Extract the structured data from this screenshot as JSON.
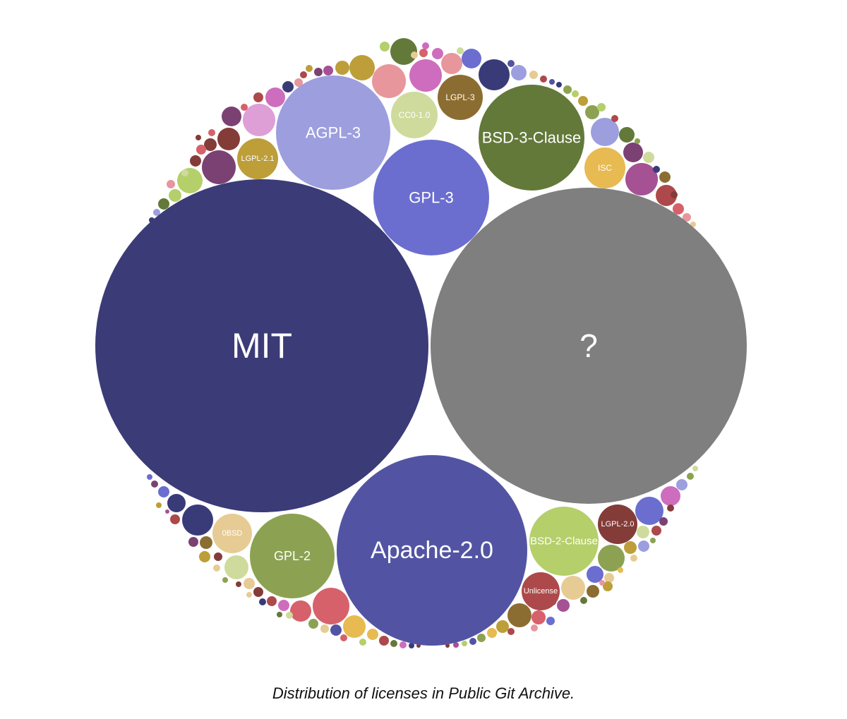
{
  "chart_data": {
    "type": "bubble",
    "title": "",
    "caption": "Distribution of licenses in Public Git Archive.",
    "labeled_bubbles": [
      {
        "label": "MIT",
        "value": 1000,
        "color": "#3b3b78"
      },
      {
        "label": "?",
        "value": 900,
        "color": "#7f7f7f"
      },
      {
        "label": "Apache-2.0",
        "value": 330,
        "color": "#5254a3"
      },
      {
        "label": "GPL-3",
        "value": 120,
        "color": "#6b6ecf"
      },
      {
        "label": "AGPL-3",
        "value": 120,
        "color": "#9c9ede"
      },
      {
        "label": "BSD-3-Clause",
        "value": 98,
        "color": "#637939"
      },
      {
        "label": "GPL-2",
        "value": 64,
        "color": "#8ca252"
      },
      {
        "label": "BSD-2-Clause",
        "value": 42,
        "color": "#b5cf6b"
      },
      {
        "label": "CC0-1.0",
        "value": 18,
        "color": "#cedb9c"
      },
      {
        "label": "LGPL-3",
        "value": 19,
        "color": "#8c6d31"
      },
      {
        "label": "LGPL-2.1",
        "value": 15,
        "color": "#bd9e39"
      },
      {
        "label": "ISC",
        "value": 15,
        "color": "#e7ba52"
      },
      {
        "label": "0BSD",
        "value": 14,
        "color": "#e7cb94"
      },
      {
        "label": "LGPL-2.0",
        "value": 14,
        "color": "#843c39"
      },
      {
        "label": "Unlicense",
        "value": 13,
        "color": "#ad494a"
      }
    ]
  }
}
